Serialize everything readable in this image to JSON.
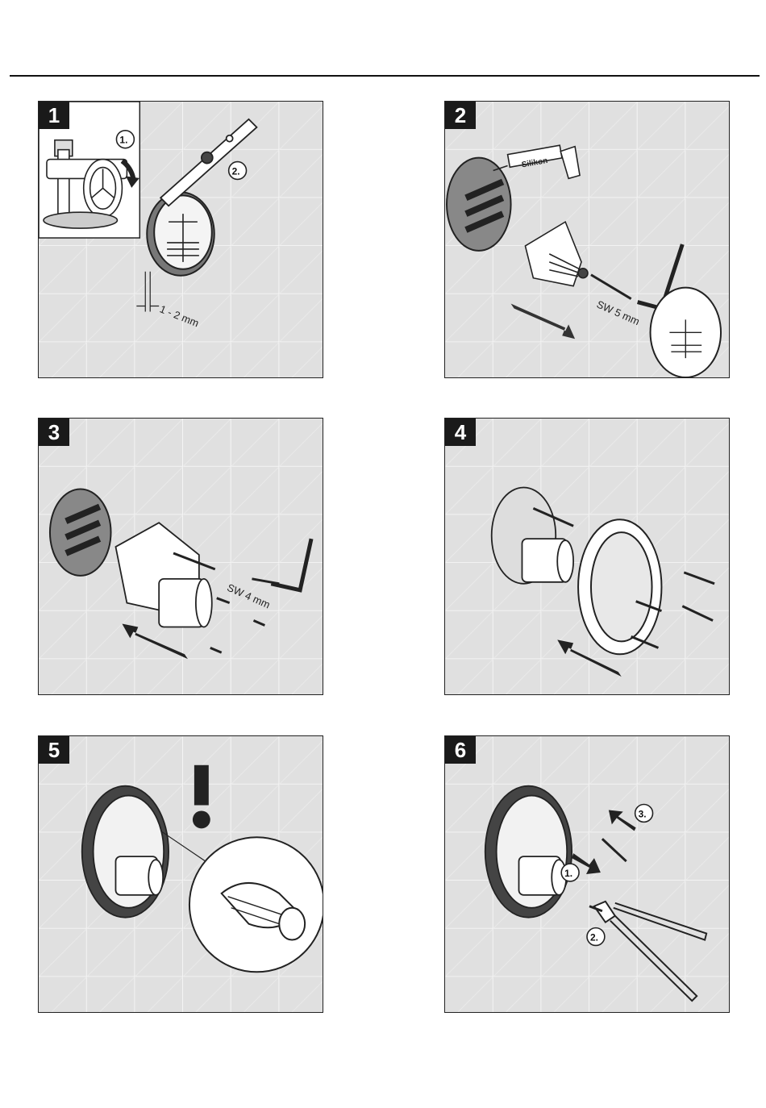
{
  "steps": [
    {
      "number": "1",
      "labels": {
        "step1": "1.",
        "step2": "2.",
        "gap": "1 - 2 mm"
      }
    },
    {
      "number": "2",
      "labels": {
        "sealant": "Silikon",
        "wrench": "SW 5 mm"
      }
    },
    {
      "number": "3",
      "labels": {
        "wrench": "SW 4 mm"
      }
    },
    {
      "number": "4",
      "labels": {}
    },
    {
      "number": "5",
      "labels": {}
    },
    {
      "number": "6",
      "labels": {
        "step1": "1.",
        "step2": "2.",
        "step3": "3."
      }
    }
  ],
  "icons": [
    "exclamation-icon",
    "arrow-icon",
    "hex-key-icon",
    "screw-icon",
    "pliers-icon"
  ]
}
